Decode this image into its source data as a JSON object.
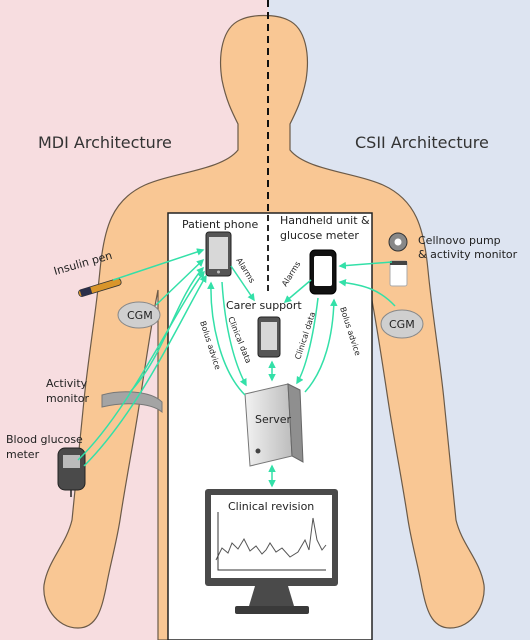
{
  "headings": {
    "mdi": "MDI Architecture",
    "csii": "CSII Architecture"
  },
  "left_devices": {
    "insulin_pen": "Insulin pen",
    "cgm": "CGM",
    "activity_monitor_l1": "Activity",
    "activity_monitor_l2": "monitor",
    "bg_meter_l1": "Blood glucose",
    "bg_meter_l2": "meter"
  },
  "right_devices": {
    "pump_l1": "Cellnovo pump",
    "pump_l2": "& activity monitor",
    "cgm": "CGM"
  },
  "panel": {
    "patient_phone": "Patient phone",
    "handheld_l1": "Handheld unit &",
    "handheld_l2": "glucose meter",
    "carer_support": "Carer support",
    "server": "Server",
    "clinical_revision": "Clinical revision"
  },
  "arrow_labels": {
    "alarms_left": "Alarms",
    "alarms_right": "Alarms",
    "bolus_advice_left": "Bolus advice",
    "clinical_data_left": "Clinical data",
    "clinical_data_right": "Clinical data",
    "bolus_advice_right": "Bolus advice"
  },
  "colors": {
    "left_bg": "#f7dde0",
    "right_bg": "#dde4f1",
    "skin": "#f9c794",
    "skin_outline": "#6b5a48",
    "arrow": "#33e0a8",
    "panel_border": "#222222"
  }
}
